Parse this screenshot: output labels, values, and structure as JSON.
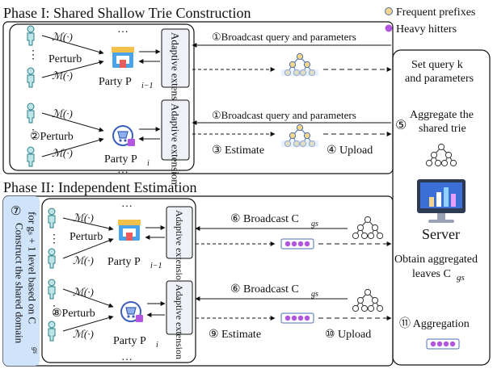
{
  "legend": {
    "frequent_prefixes": "Frequent prefixes",
    "heavy_hitters": "Heavy hitters"
  },
  "phase1": {
    "title": "Phase I: Shared Shallow Trie Construction",
    "mechanism": "ℳ(·)",
    "perturb": "Perturb",
    "perturb_numbered": "②Perturb",
    "adaptive_extension": "Adaptive extension",
    "party_prev": "Party P",
    "party_prev_sub": "i−1",
    "party_cur": "Party P",
    "party_cur_sub": "i",
    "broadcast_1": "①Broadcast query and parameters",
    "broadcast_2": "①Broadcast query and parameters",
    "estimate": "③ Estimate",
    "upload": "④ Upload",
    "ellipsis": "…",
    "vdots": "⋮"
  },
  "phase2": {
    "title": "Phase II: Independent Estimation",
    "construct_line1": "Construct the shared domain",
    "construct_line2": "for gₛ + 1 level based on C",
    "construct_sub": "gs",
    "construct_num": "⑦",
    "perturb": "Perturb",
    "perturb_numbered": "⑧Perturb",
    "broadcast_1": "⑥ Broadcast C",
    "broadcast_2": "⑥ Broadcast C",
    "broadcast_sub": "gs",
    "estimate": "⑨ Estimate",
    "upload": "⑩ Upload",
    "adaptive_extension": "Adaptive extension",
    "party_prev": "Party P",
    "party_prev_sub": "i−1",
    "party_cur": "Party P",
    "party_cur_sub": "i"
  },
  "server": {
    "set_query": "Set query k",
    "and_params": "and parameters",
    "aggregate_num": "⑤",
    "aggregate_line1": "Aggregate the",
    "aggregate_line2": "shared trie",
    "label": "Server",
    "obtain_line1": "Obtain aggregated",
    "obtain_line2": "leaves C",
    "obtain_sub": "gs",
    "aggregation": "⑪ Aggregation"
  },
  "colors": {
    "node_fill": "#f5d58a",
    "node_stroke": "#4a6fb0",
    "heavy_hitter": "#b455e0",
    "panel_fill": "#eef2f8",
    "server_blue": "#3b6fd6"
  }
}
